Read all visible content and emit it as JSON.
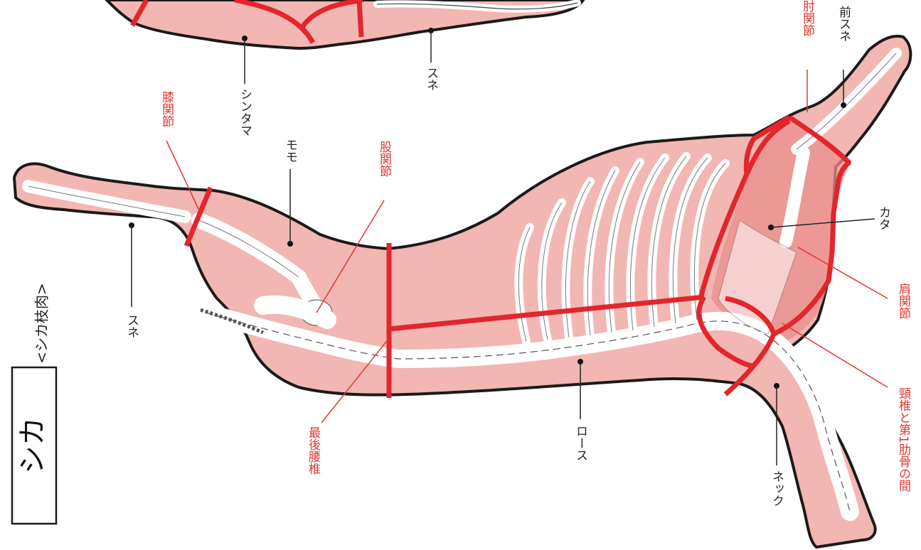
{
  "title": {
    "animal": "シカ",
    "section": "<シカ枝肉>"
  },
  "colors": {
    "meat": "#f2b6b3",
    "meat_dark": "#e98e8b",
    "cut_line": "#e2262b",
    "outline": "#1a1a1a",
    "bone": "#ffffff",
    "label_red": "#e2362f",
    "label_black": "#222222"
  },
  "labels": {
    "shintama": "シンタマ",
    "sune_top": "スネ",
    "knee_joint": "膝関節",
    "momo": "モモ",
    "hip_joint": "股関節",
    "sune_left": "スネ",
    "last_lumbar": "最後腰椎",
    "loin": "ロース",
    "neck": "ネック",
    "cervical_rib": "頸椎と第1肋骨の間",
    "shoulder_joint": "肩関節",
    "kata": "カタ",
    "elbow_joint": "肘関節",
    "front_sune": "前スネ"
  }
}
